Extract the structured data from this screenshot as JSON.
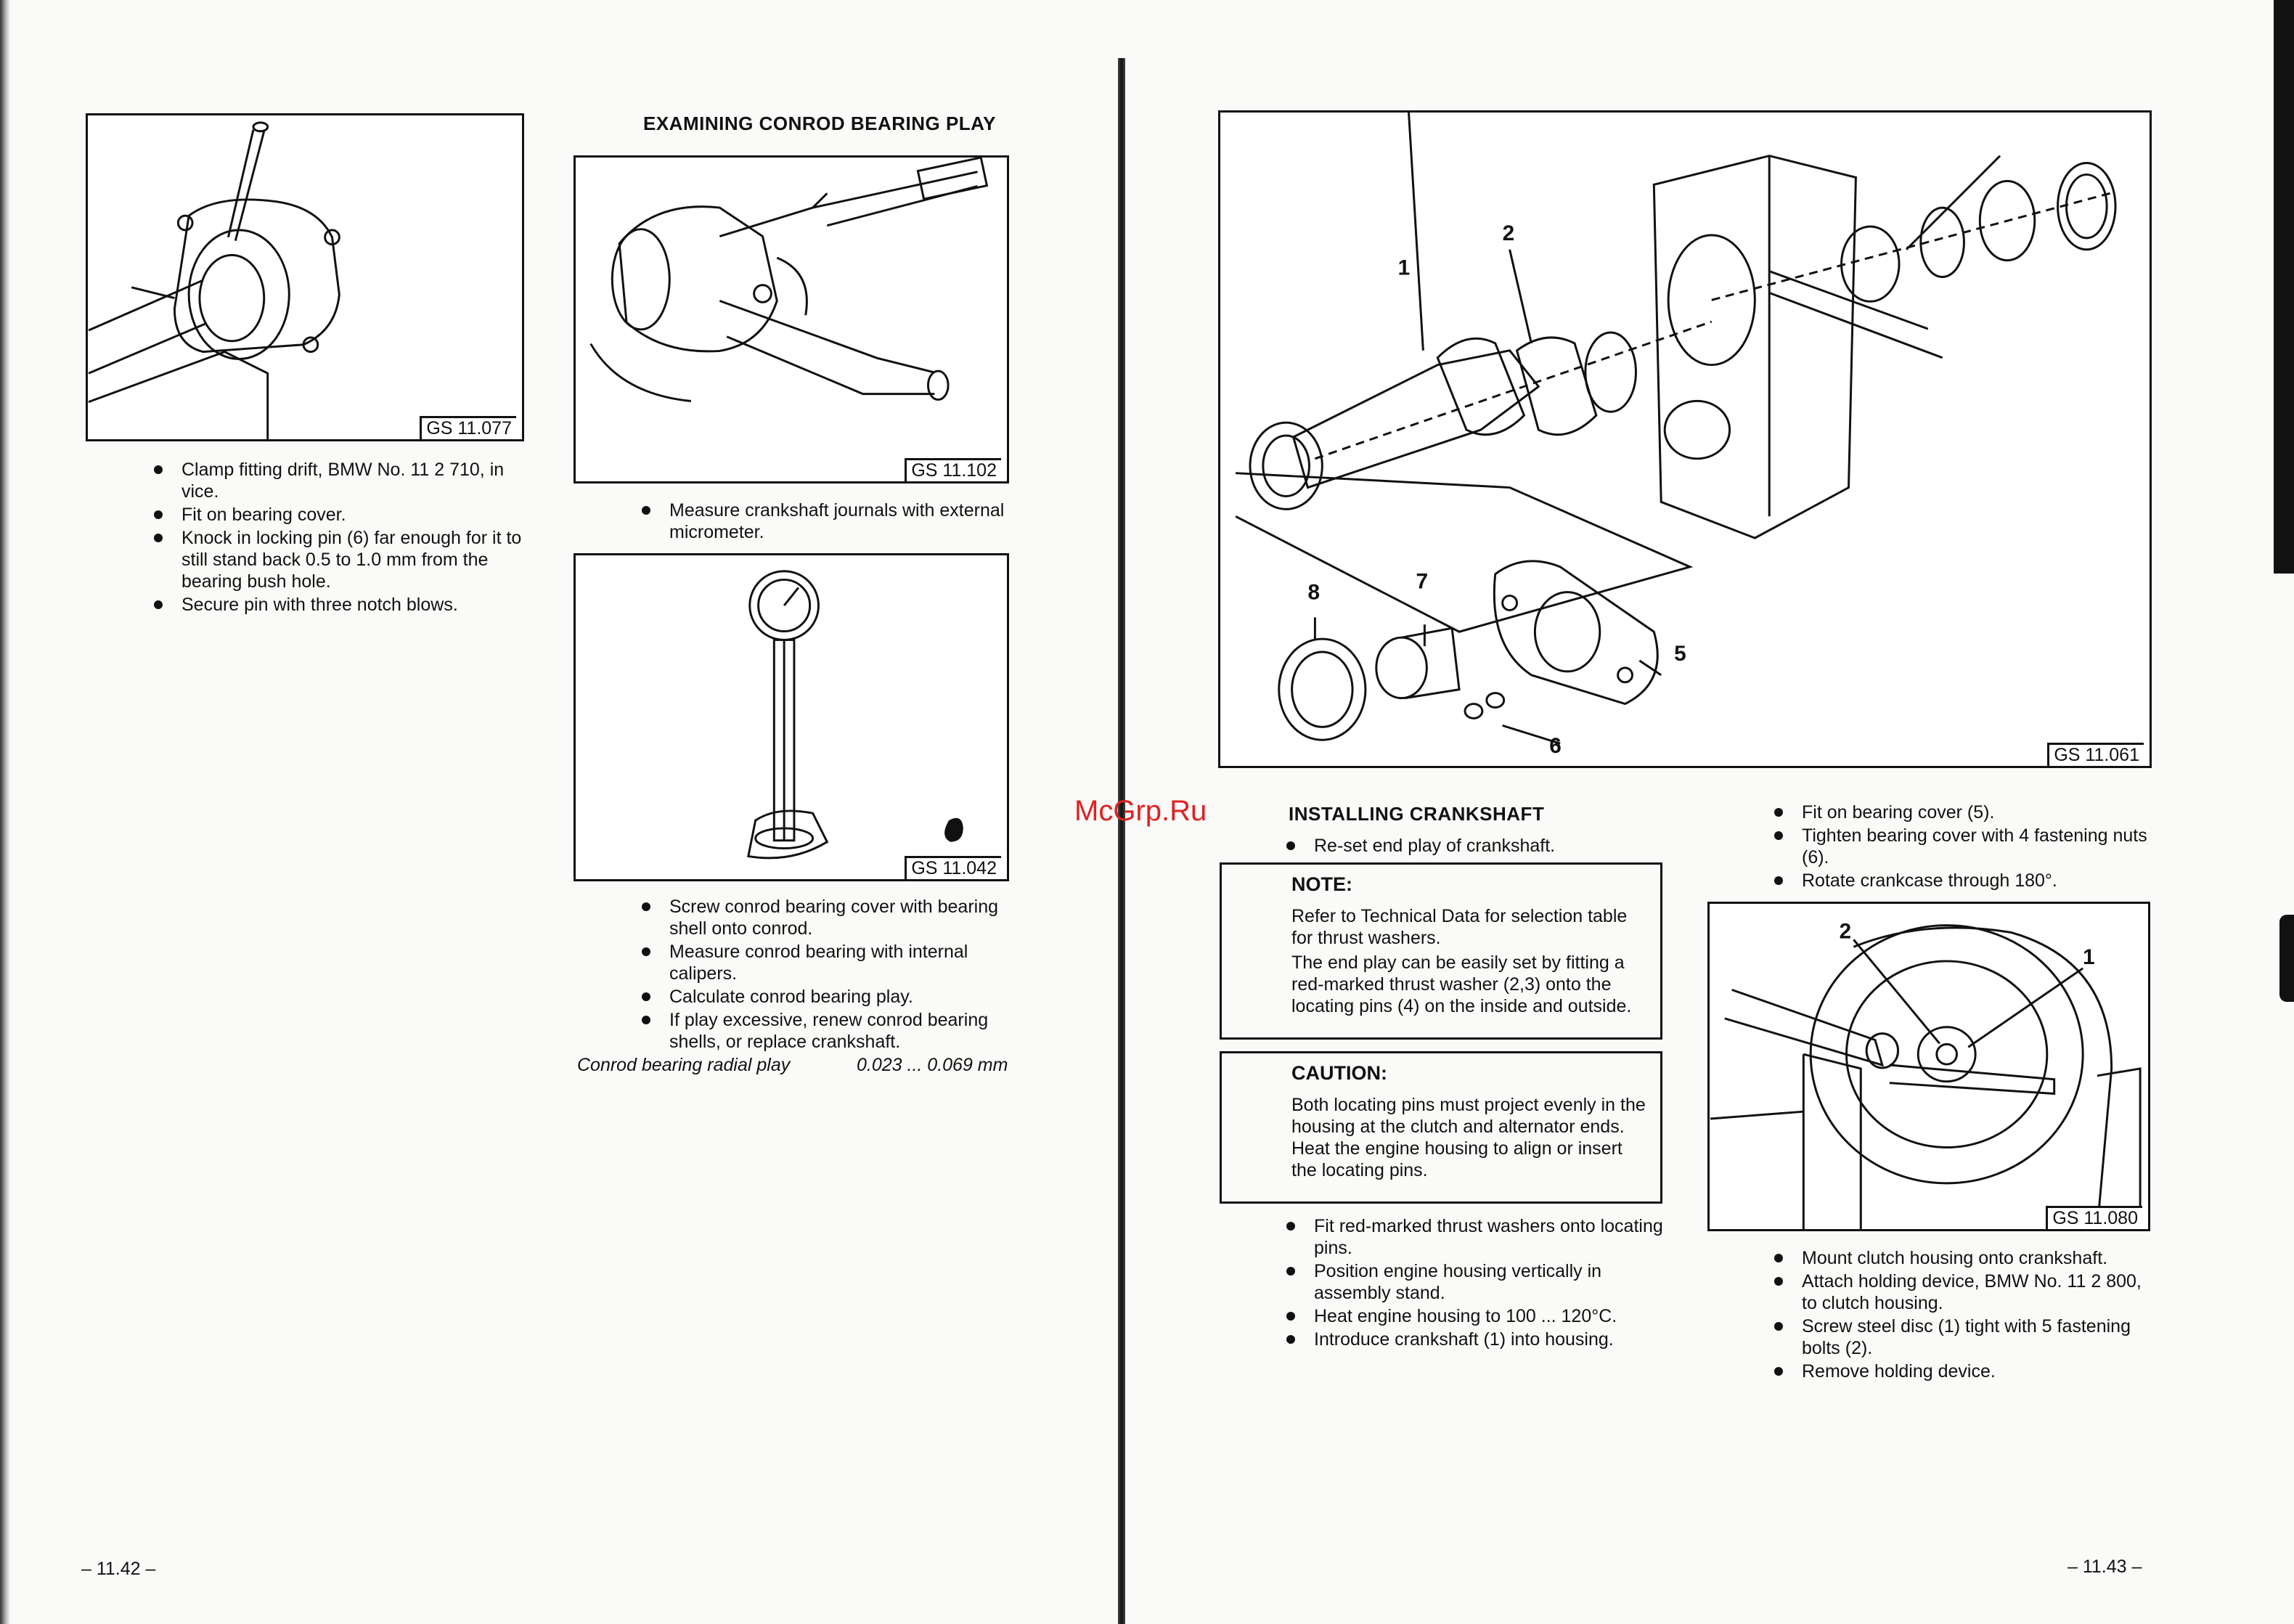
{
  "left_page": {
    "figure1": {
      "caption": "GS 11.077"
    },
    "bullets1": [
      "Clamp fitting drift, BMW No. 11 2 710, in vice.",
      "Fit on bearing cover.",
      "Knock in locking pin (6) far enough for it to still stand back 0.5 to 1.0 mm from the bearing bush hole.",
      "Secure pin with three notch blows."
    ],
    "section_title": "EXAMINING CONROD BEARING PLAY",
    "figure2": {
      "caption": "GS 11.102"
    },
    "bullets2": [
      "Measure crankshaft journals with external micrometer."
    ],
    "figure3": {
      "caption": "GS 11.042"
    },
    "bullets3": [
      "Screw conrod bearing cover with bearing shell onto conrod.",
      "Measure conrod bearing with internal calipers.",
      "Calculate conrod bearing play.",
      "If play excessive, renew conrod bearing shells, or replace crankshaft."
    ],
    "spec": {
      "label": "Conrod bearing radial play",
      "value": "0.023 ... 0.069 mm"
    },
    "page_number": "– 11.42 –"
  },
  "right_page": {
    "figure_main": {
      "caption": "GS 11.061",
      "callouts": [
        "1",
        "2",
        "5",
        "6",
        "7",
        "8"
      ]
    },
    "section_title": "INSTALLING CRANKSHAFT",
    "bullets_a": [
      "Re-set end play of crankshaft."
    ],
    "note": {
      "title": "NOTE:",
      "lines": [
        "Refer to Technical Data for selection table for thrust washers.",
        "The end play can be easily set by fitting a red-marked thrust washer (2,3) onto the locating pins (4) on the inside and outside."
      ]
    },
    "caution": {
      "title": "CAUTION:",
      "text": "Both locating pins must project evenly in the housing at the clutch and alternator ends. Heat the engine housing to align or insert the locating pins."
    },
    "bullets_b": [
      "Fit red-marked thrust washers onto locating pins.",
      "Position engine housing vertically in assembly stand.",
      "Heat engine housing to 100 ... 120°C.",
      "Introduce crankshaft (1) into housing."
    ],
    "bullets_c": [
      "Fit on bearing cover (5).",
      "Tighten bearing cover with 4 fastening nuts (6).",
      "Rotate crankcase through 180°."
    ],
    "figure_small": {
      "caption": "GS 11.080",
      "callouts": [
        "2",
        "1"
      ]
    },
    "bullets_d": [
      "Mount clutch housing onto crankshaft.",
      "Attach holding device, BMW No. 11 2 800, to clutch housing.",
      "Screw steel disc (1) tight with 5 fastening bolts (2).",
      "Remove holding device."
    ],
    "page_number": "– 11.43 –"
  },
  "watermark": "McGrp.Ru"
}
